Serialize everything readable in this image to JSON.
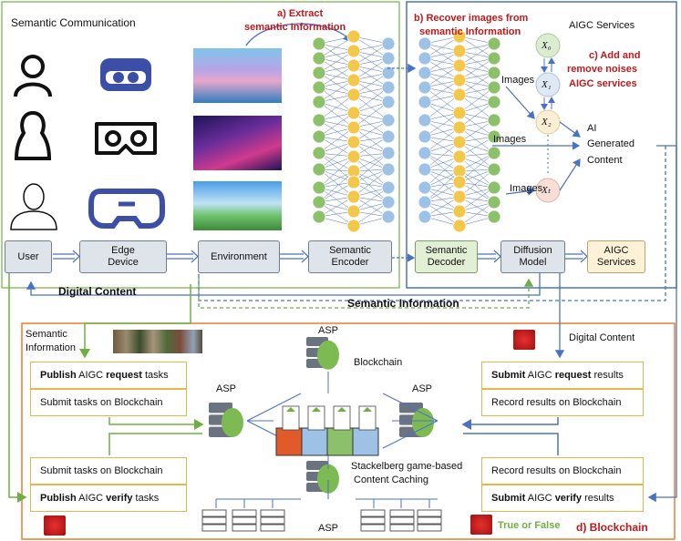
{
  "top_left": {
    "title": "Semantic Communication",
    "extract_label_line1": "a) Extract",
    "extract_label_line2": "semantic Information"
  },
  "top_right": {
    "recover_line1": "b) Recover images from",
    "recover_line2": "semantic Information",
    "services_title": "AIGC Services",
    "noise_line1": "c) Add and",
    "noise_line2": "remove noises",
    "noise_line3": "AIGC services",
    "images_labels": [
      "Images",
      "Images",
      "Images"
    ],
    "output_line1": "AI",
    "output_line2": "Generated",
    "output_line3": "Content",
    "diffusion_nodes": [
      "X₀",
      "X₁",
      "X₂",
      "Xₜ"
    ]
  },
  "pipeline": {
    "user": "User",
    "edge_line1": "Edge",
    "edge_line2": "Device",
    "environment": "Environment",
    "encoder_line1": "Semantic",
    "encoder_line2": "Encoder",
    "decoder_line1": "Semantic",
    "decoder_line2": "Decoder",
    "diffusion_line1": "Diffusion",
    "diffusion_line2": "Model",
    "aigc_line1": "AIGC",
    "aigc_line2": "Services"
  },
  "flow_labels": {
    "digital_content_left": "Digital Content",
    "semantic_information_mid": "Semantic Information",
    "semantic_information_left_line1": "Semantic",
    "semantic_information_left_line2": "Information",
    "digital_content_right": "Digital Content"
  },
  "blockchain": {
    "asp_labels": [
      "ASP",
      "ASP",
      "ASP",
      "ASP"
    ],
    "blockchain_label": "Blockchain",
    "stackelberg_line1": "Stackelberg game-based",
    "stackelberg_line2": "Content Caching",
    "true_false": "True or False",
    "section_label": "d) Blockchain"
  },
  "left_tasks": {
    "publish_request_bold1": "Publish",
    "publish_request_mid": " AIGC ",
    "publish_request_bold2": "request",
    "publish_request_tail": " tasks",
    "submit_tasks_1": "Submit tasks on Blockchain",
    "submit_tasks_2": "Submit tasks on Blockchain",
    "publish_verify_bold1": "Publish",
    "publish_verify_mid": " AIGC ",
    "publish_verify_bold2": "verify",
    "publish_verify_tail": " tasks"
  },
  "right_tasks": {
    "submit_request_bold1": "Submit",
    "submit_request_mid": " AIGC ",
    "submit_request_bold2": "request",
    "submit_request_tail": " results",
    "record_1": "Record results on Blockchain",
    "record_2": "Record results on Blockchain",
    "submit_verify_bold1": "Submit",
    "submit_verify_mid": " AIGC ",
    "submit_verify_bold2": "verify",
    "submit_verify_tail": " results"
  },
  "colors": {
    "green_frame": "#8dbf6b",
    "blue_frame": "#4a72c4",
    "orange_frame": "#ea7d2e",
    "neuron_green": "#8cc06a",
    "neuron_yellow": "#f2c84b",
    "neuron_blue": "#9ec2e6",
    "task_border": "#e9b548",
    "accent_red": "#c0181b"
  }
}
